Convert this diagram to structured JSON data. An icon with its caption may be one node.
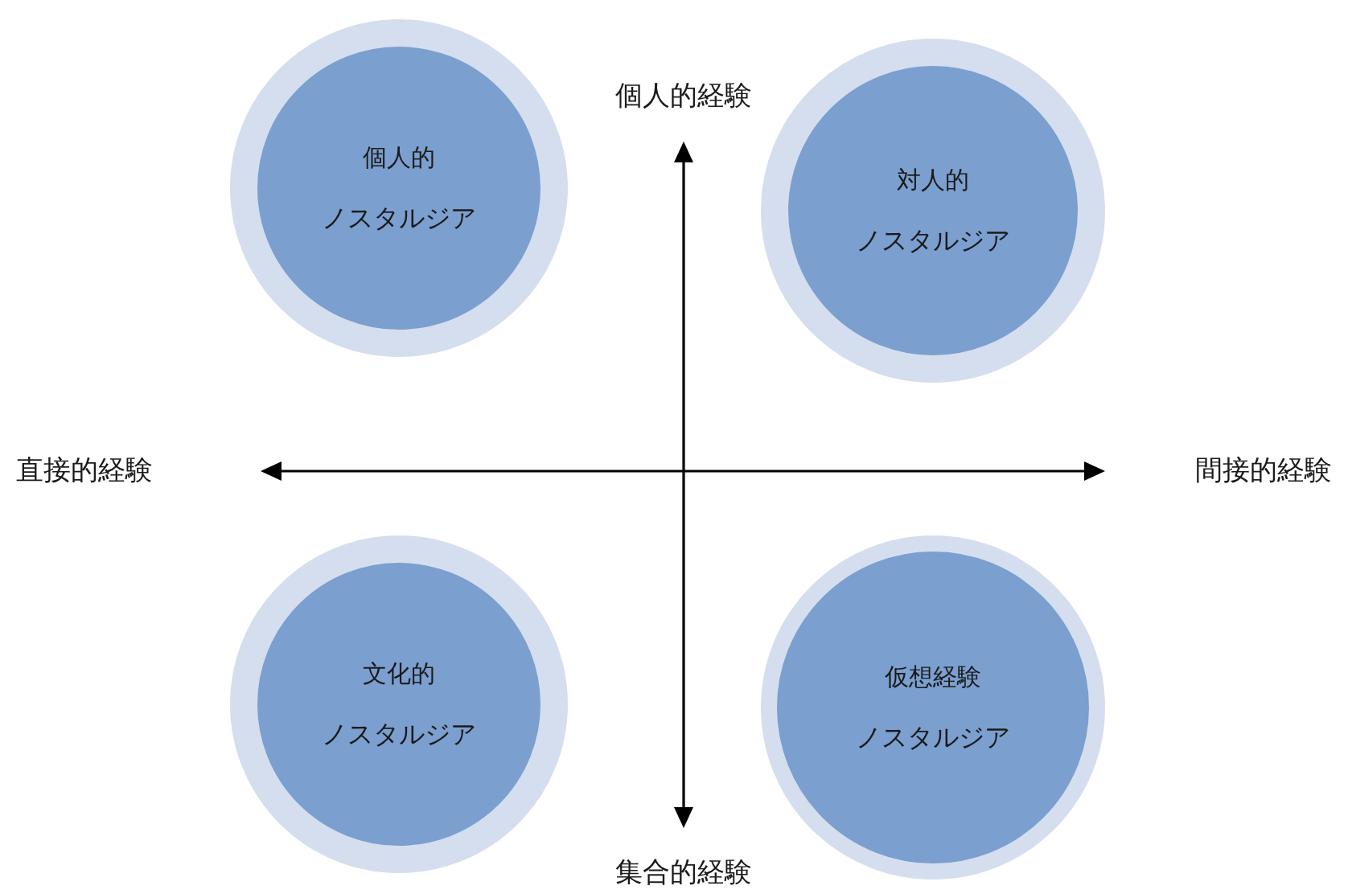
{
  "diagram": {
    "nodes": [
      {
        "text": [
          "個人的",
          "ノスタルジア"
        ]
      },
      {
        "text": [
          "対人的",
          "ノスタルジア"
        ]
      },
      {
        "text": [
          "文化的",
          "ノスタルジア"
        ]
      },
      {
        "text": [
          "仮想経験",
          "ノスタルジア"
        ]
      }
    ],
    "labels": [
      "個人的経験",
      "直接的経験",
      "間接的経験",
      "集合的経験"
    ]
  }
}
